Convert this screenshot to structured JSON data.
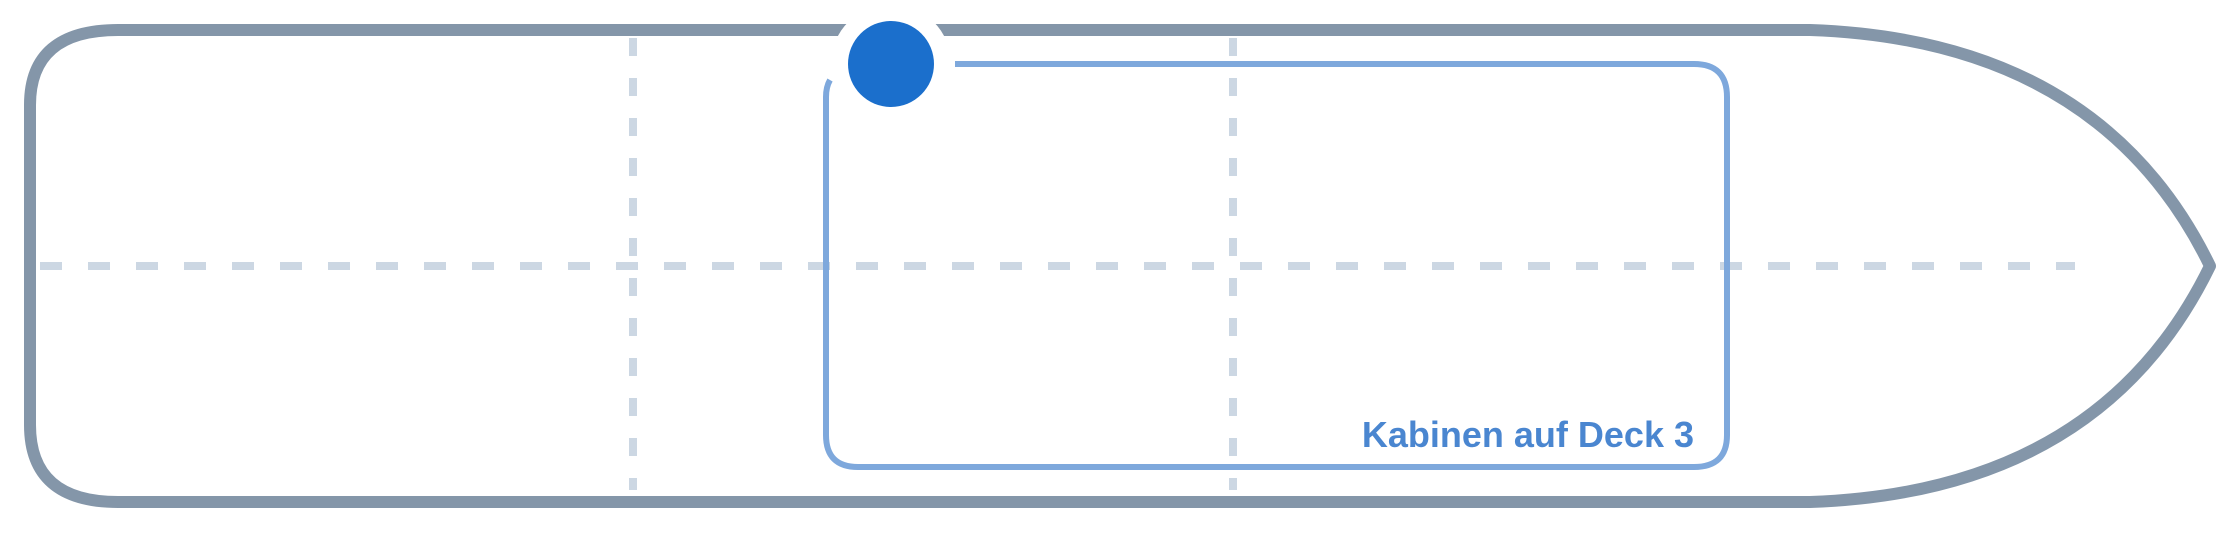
{
  "colors": {
    "hull_outline": "#8496a9",
    "grid_line": "#ccd7e3",
    "zone_outline": "#7ea8dc",
    "zone_label": "#4a86d0",
    "marker": "#1b6fcc"
  },
  "grid": {
    "style": "dashed",
    "vertical_lines": 2,
    "horizontal_lines": 1
  },
  "zone": {
    "label": "Kabinen auf Deck 3",
    "highlighted": true
  },
  "marker": {
    "icon": "location-dot-icon",
    "active": true
  }
}
